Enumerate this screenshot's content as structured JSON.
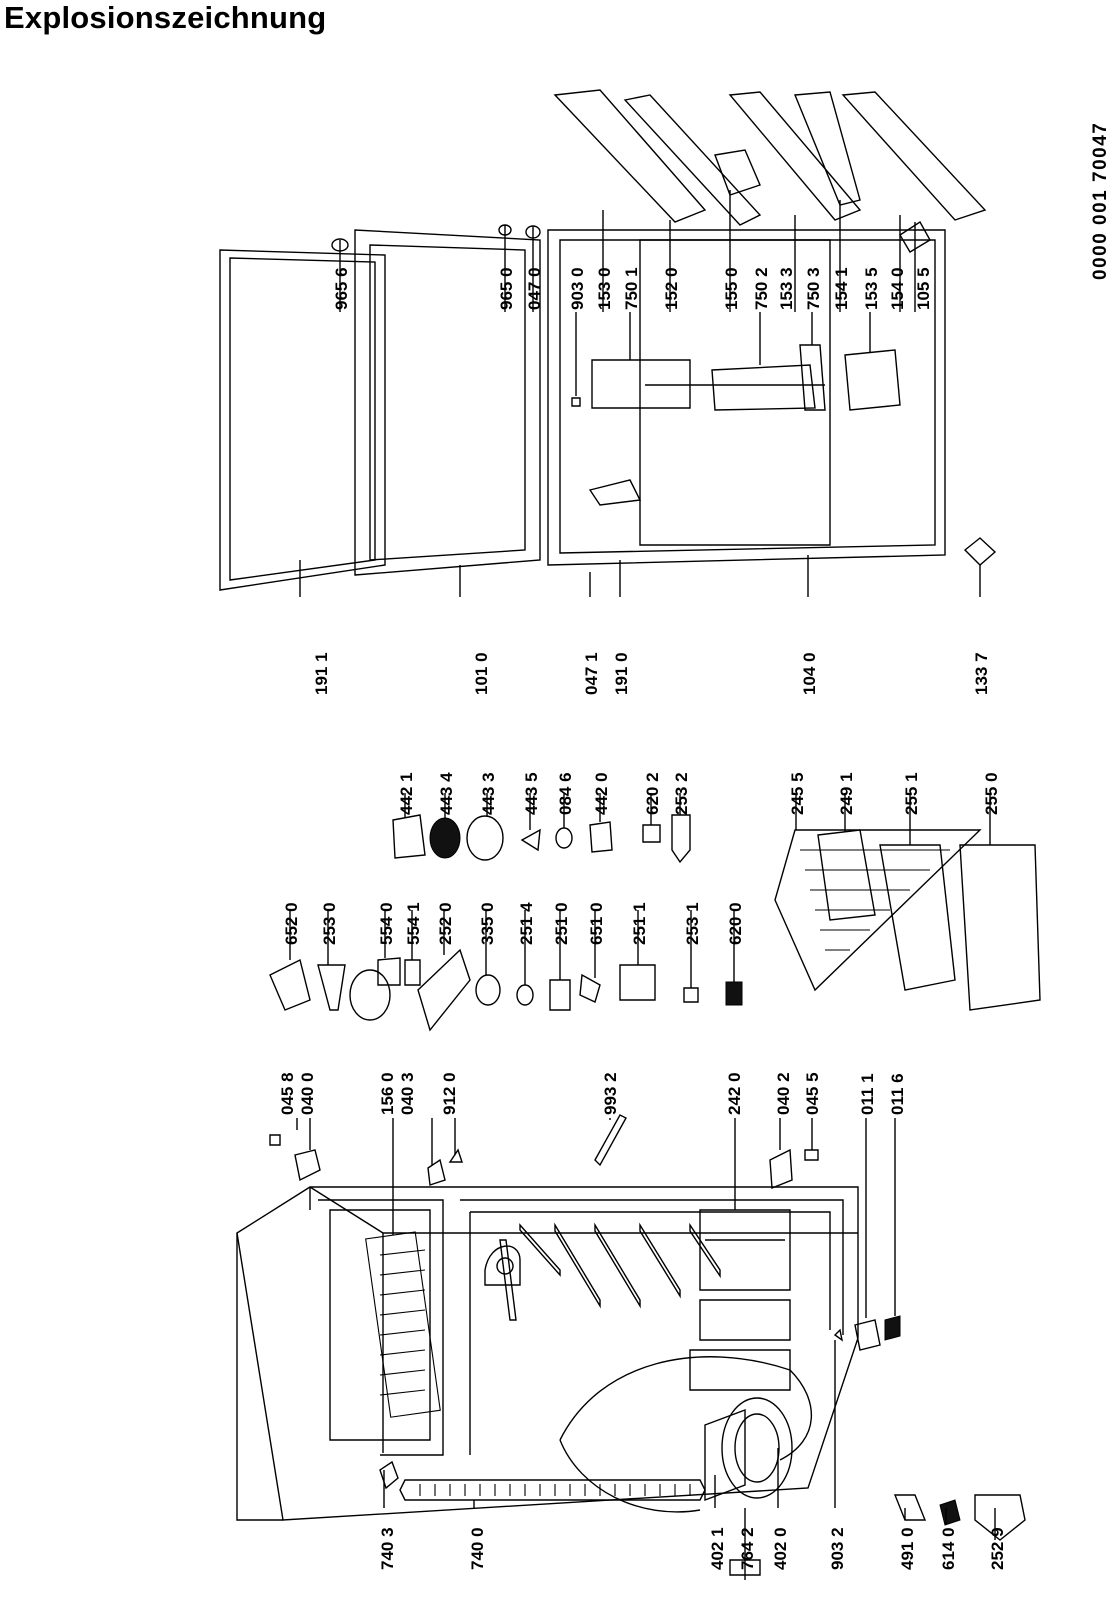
{
  "title": "Explosionszeichnung",
  "doc_number": "0000 001 70047",
  "parts": [
    "740 3",
    "740 0",
    "402 1",
    "764 2",
    "402 0",
    "903 2",
    "491 0",
    "614 0",
    "252 9",
    "045 8",
    "040 0",
    "156 0",
    "040 3",
    "912 0",
    "993 2",
    "242 0",
    "040 2",
    "045 5",
    "011 1",
    "011 6",
    "652 0",
    "253 0",
    "554 0",
    "554 1",
    "252 0",
    "335 0",
    "251 4",
    "251 0",
    "651 0",
    "251 1",
    "253 1",
    "620 0",
    "442 1",
    "443 4",
    "443 3",
    "443 5",
    "084 6",
    "442 0",
    "620 2",
    "253 2",
    "245 5",
    "249 1",
    "255 1",
    "255 0",
    "191 1",
    "101 0",
    "965 6",
    "047 1",
    "191 0",
    "104 0",
    "133 7",
    "965 0",
    "047 0",
    "903 0",
    "153 0",
    "750 1",
    "152 0",
    "155 0",
    "750 2",
    "153 3",
    "750 3",
    "154 1",
    "153 5",
    "154 0",
    "105 5"
  ]
}
